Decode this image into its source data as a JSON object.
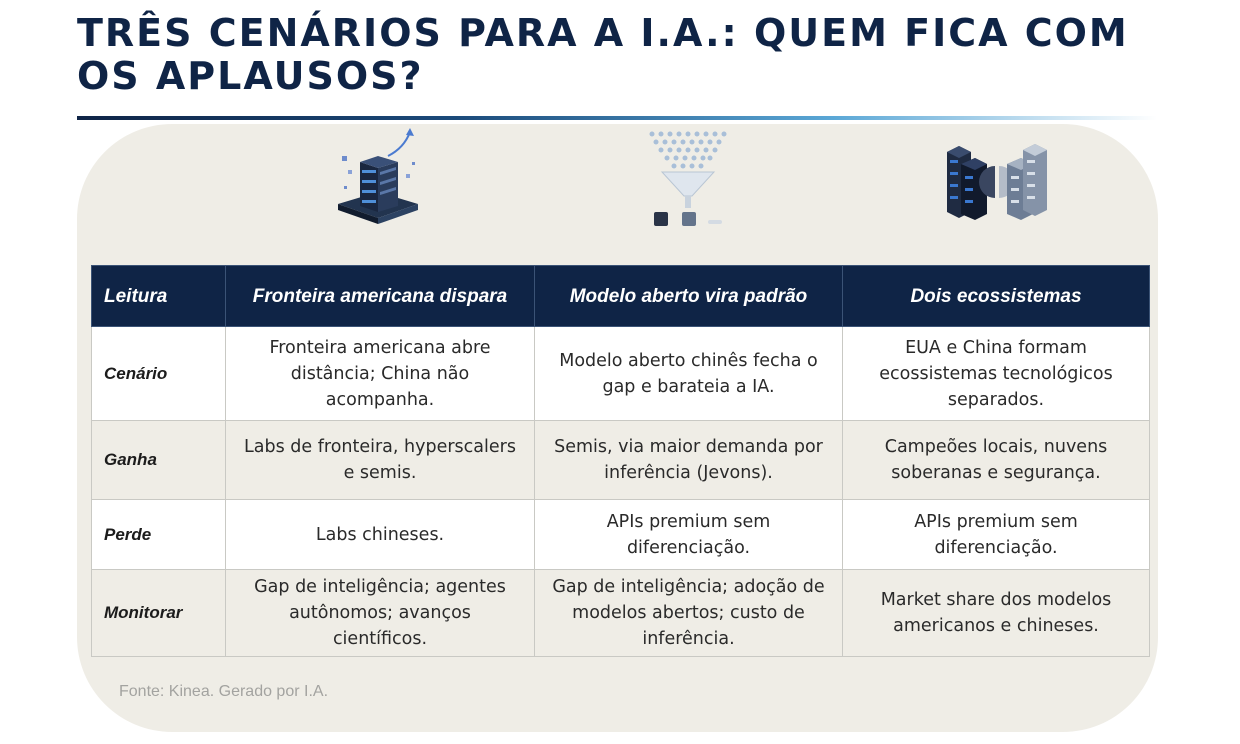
{
  "title": "TRÊS CENÁRIOS PARA A I.A.: QUEM FICA COM OS APLAUSOS?",
  "colors": {
    "header_bg": "#0f2446",
    "panel_bg": "#efede6",
    "title_color": "#0f2446",
    "accent_light": "#5aa7d6"
  },
  "illustrations": {
    "col1": "server-tower-growth-icon",
    "col2": "data-funnel-icon",
    "col3": "two-server-ecosystems-icon"
  },
  "table": {
    "header": {
      "c0": "Leitura",
      "c1": "Fronteira americana dispara",
      "c2": "Modelo aberto vira padrão",
      "c3": "Dois ecossistemas"
    },
    "rows": [
      {
        "label": "Cenário",
        "c1": "Fronteira americana abre distância; China não acompanha.",
        "c2": "Modelo aberto chinês fecha o gap e barateia a IA.",
        "c3": "EUA e China formam ecossistemas tecnológicos separados."
      },
      {
        "label": "Ganha",
        "c1": "Labs de fronteira, hyperscalers e semis.",
        "c2": "Semis, via maior demanda por inferência (Jevons).",
        "c3": "Campeões locais, nuvens soberanas e segurança."
      },
      {
        "label": "Perde",
        "c1": "Labs chineses.",
        "c2": "APIs premium sem diferenciação.",
        "c3": "APIs premium sem diferenciação."
      },
      {
        "label": "Monitorar",
        "c1": "Gap de inteligência; agentes autônomos; avanços científicos.",
        "c2": "Gap de inteligência; adoção de modelos abertos; custo de inferência.",
        "c3": "Market share dos modelos americanos e chineses."
      }
    ]
  },
  "source": "Fonte: Kinea. Gerado por I.A."
}
